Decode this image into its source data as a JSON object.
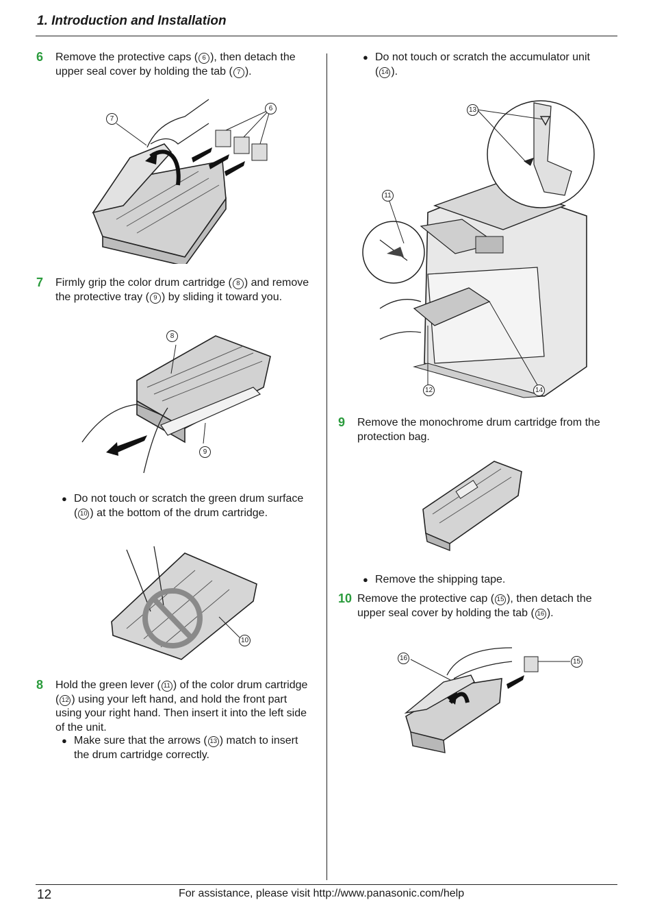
{
  "header": {
    "section_title": "1. Introduction and Installation"
  },
  "steps": {
    "s6": {
      "number": "6",
      "line1_a": "Remove the protective caps (",
      "c_caps": "6",
      "line1_b": "), then detach the",
      "line2_a": "upper seal cover by holding the tab (",
      "c_tab": "7",
      "line2_b": ")."
    },
    "s7": {
      "number": "7",
      "line1_a": "Firmly grip the color drum cartridge (",
      "c_cart": "8",
      "line1_b": ") and remove",
      "line2_a": "the protective tray (",
      "c_tray": "9",
      "line2_b": ") by sliding it toward you."
    },
    "s7_bullet": {
      "line1": "Do not touch or scratch the green drum surface",
      "line2_a": "(",
      "c_surface": "10",
      "line2_b": ") at the bottom of the drum cartridge."
    },
    "s8": {
      "number": "8",
      "line1_a": "Hold the green lever (",
      "c_lever": "11",
      "line1_b": ") of the color drum cartridge",
      "line2_a": "(",
      "c_cart": "12",
      "line2_b": ") using your left hand, and hold the front part",
      "line3": "using your right hand. Then insert it into the left side",
      "line4": "of the unit."
    },
    "s8_bullet": {
      "line1_a": "Make sure that the arrows (",
      "c_arrows": "13",
      "line1_b": ") match to insert",
      "line2": "the drum cartridge correctly."
    },
    "right_bullet": {
      "line1": "Do not touch or scratch the accumulator unit",
      "line2_a": "(",
      "c_acc": "14",
      "line2_b": ")."
    },
    "s9": {
      "number": "9",
      "line1": "Remove the monochrome drum cartridge from the",
      "line2": "protection bag."
    },
    "s9_bullet": {
      "line1": "Remove the shipping tape."
    },
    "s10": {
      "number": "10",
      "line1_a": "Remove the protective cap (",
      "c_cap": "15",
      "line1_b": "), then detach the",
      "line2_a": "upper seal cover by holding the tab (",
      "c_tab": "16",
      "line2_b": ")."
    }
  },
  "figures": {
    "fig6": {
      "c6": "6",
      "c7": "7"
    },
    "fig7": {
      "c8": "8",
      "c9": "9"
    },
    "fig_no_touch": {
      "c10": "10"
    },
    "fig8": {
      "c11": "11",
      "c12": "12",
      "c13": "13",
      "c14": "14"
    },
    "fig10": {
      "c15": "15",
      "c16": "16"
    }
  },
  "footer": {
    "page_number": "12",
    "help_text": "For assistance, please visit http://www.panasonic.com/help"
  },
  "colors": {
    "step_number": "#2a9b3c",
    "cartridge_gray": "#c8c8c8",
    "prohibit_gray": "#8a8a8a"
  }
}
